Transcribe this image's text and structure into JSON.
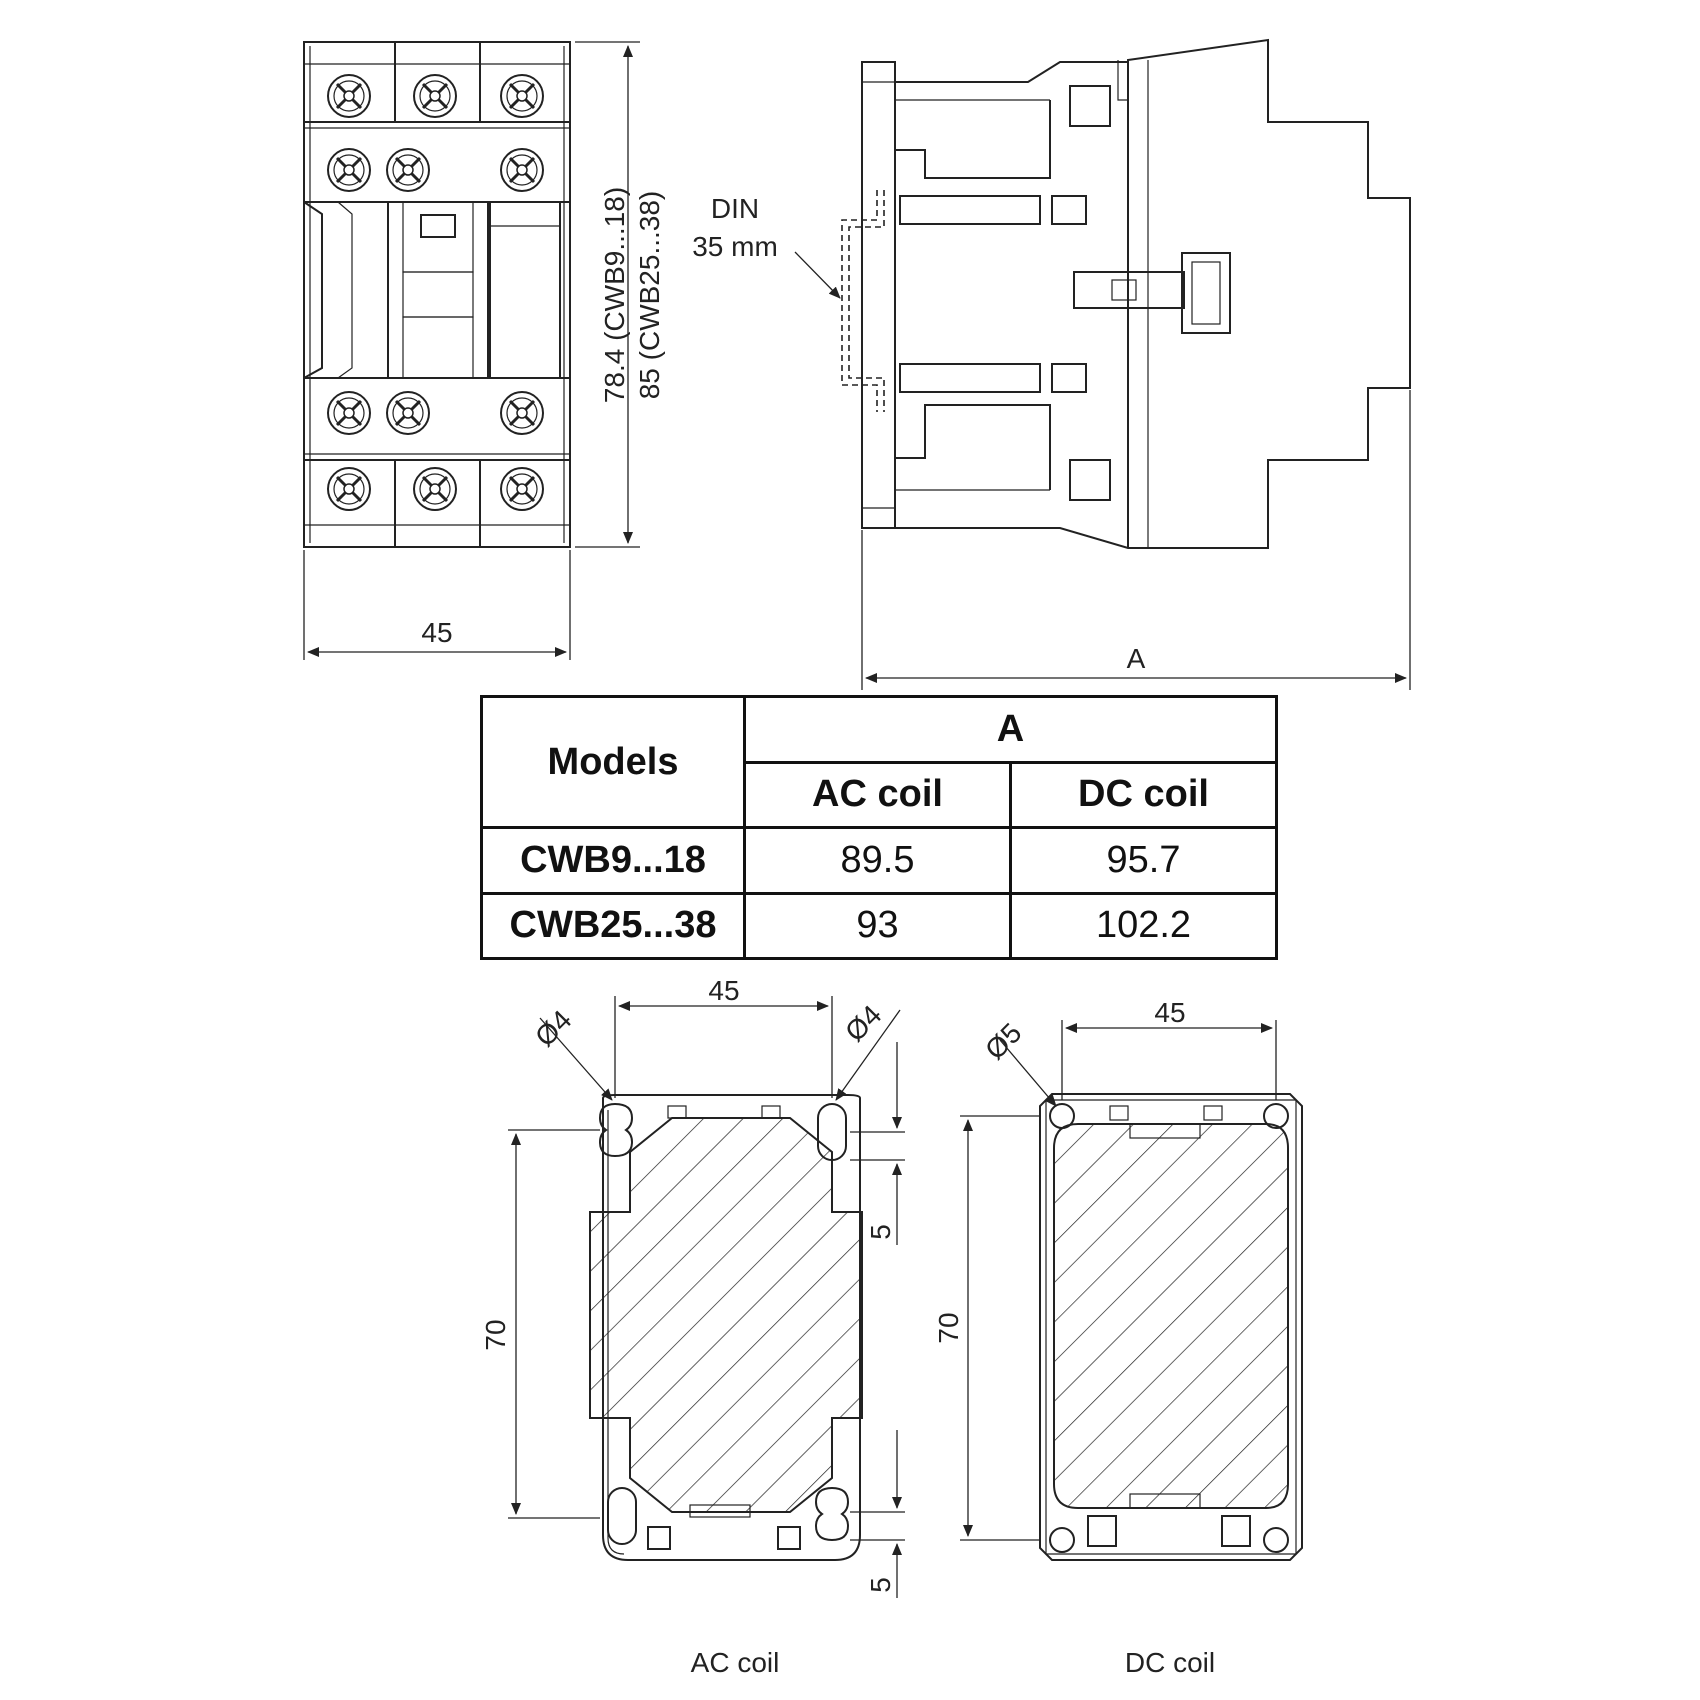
{
  "front_view": {
    "width_label": "45",
    "height_label_line1": "78.4 (CWB9...18)",
    "height_label_line2": "85 (CWB25...38)"
  },
  "side_view": {
    "din_label_line1": "DIN",
    "din_label_line2": "35 mm",
    "depth_label": "A"
  },
  "table": {
    "col_models": "Models",
    "col_a": "A",
    "sub_ac": "AC coil",
    "sub_dc": "DC coil",
    "rows": [
      {
        "model": "CWB9...18",
        "ac": "89.5",
        "dc": "95.7"
      },
      {
        "model": "CWB25...38",
        "ac": "93",
        "dc": "102.2"
      }
    ]
  },
  "ac_base": {
    "width_label": "45",
    "hole_label_left": "Ø4",
    "hole_label_right": "Ø4",
    "height_label": "70",
    "slot_label_top": "5",
    "slot_label_bottom": "5",
    "caption": "AC coil"
  },
  "dc_base": {
    "width_label": "45",
    "hole_label": "Ø5",
    "height_label": "70",
    "caption": "DC coil"
  }
}
